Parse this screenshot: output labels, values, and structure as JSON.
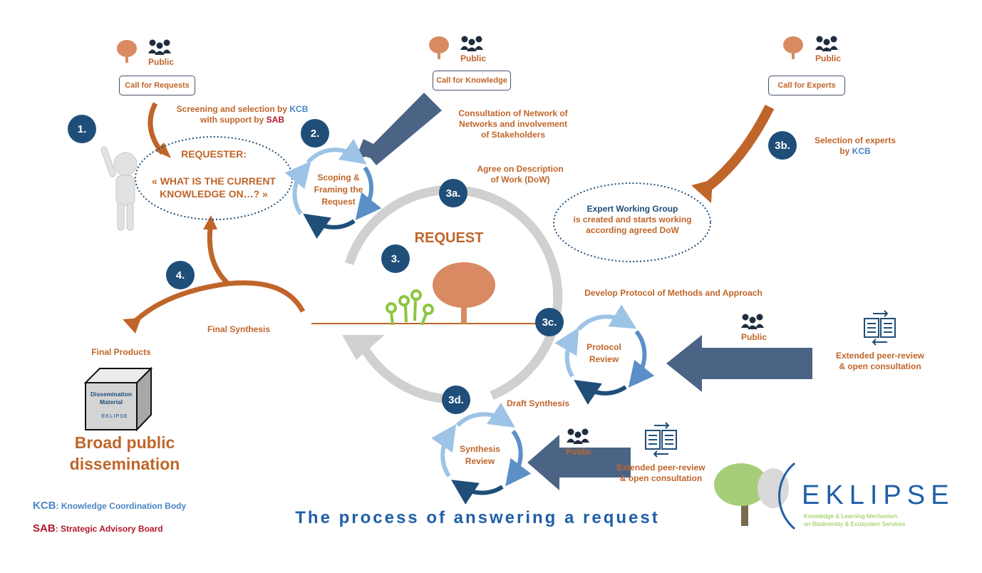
{
  "title": "The process of answering a request",
  "colors": {
    "orange": "#c0652a",
    "navy": "#1f4e79",
    "slate": "#4b6486",
    "light_blue": "#9dc3e6",
    "mid_blue": "#5b8fc7",
    "gray": "#d0d0d0",
    "kcb_blue": "#4a86c5",
    "sab_red": "#b2182b",
    "green": "#8cc63f",
    "tree": "#d98a62"
  },
  "public_label": "Public",
  "calls": {
    "requests": "Call for Requests",
    "knowledge": "Call for Knowledge",
    "experts": "Call for Experts"
  },
  "badges": {
    "b1": "1.",
    "b2": "2.",
    "b3": "3.",
    "b3a": "3a.",
    "b3b": "3b.",
    "b3c": "3c.",
    "b3d": "3d.",
    "b4": "4."
  },
  "screening": {
    "line1_prefix": "Screening and selection by ",
    "line1_kcb": "KCB",
    "line2_prefix": "with support by ",
    "line2_sab": "SAB"
  },
  "requester": {
    "title": "REQUESTER:",
    "question_line1": "« WHAT IS THE CURRENT",
    "question_line2": "KNOWLEDGE ON…? »"
  },
  "scoping": {
    "line1": "Scoping &",
    "line2": "Framing the",
    "line3": "Request"
  },
  "consultation": {
    "line1": "Consultation of Network of",
    "line2": "Networks and involvement",
    "line3": "of  Stakeholders"
  },
  "agree_dow": {
    "line1": "Agree on Description",
    "line2": "of Work (DoW)"
  },
  "selection_experts": {
    "line1": "Selection of experts",
    "line2_prefix": "by ",
    "line2_kcb": "KCB"
  },
  "expert_group": {
    "line1": "Expert Working Group",
    "line2": "is created and starts working",
    "line3": "according agreed DoW"
  },
  "request_label": "REQUEST",
  "develop_protocol": "Develop Protocol of Methods and Approach",
  "protocol_review": {
    "line1": "Protocol",
    "line2": "Review"
  },
  "synthesis_review": {
    "line1": "Synthesis",
    "line2": "Review"
  },
  "draft_synthesis": "Draft  Synthesis",
  "final_synthesis": "Final Synthesis",
  "final_products": "Final Products",
  "dissemination_box": {
    "line1": "Dissemination",
    "line2": "Material",
    "logo": "EKLIPSE"
  },
  "broad_public": {
    "line1": "Broad public",
    "line2": "dissemination"
  },
  "peer_review": {
    "line1": "Extended peer-review",
    "line2": "& open consultation"
  },
  "legend": {
    "kcb_abbr": "KCB",
    "kcb_text": ": Knowledge Coordination Body",
    "sab_abbr": "SAB",
    "sab_text": ": Strategic Advisory Board"
  },
  "logo": {
    "name": "EKLIPSE",
    "tagline1": "Knowledge & Learning Mechanism",
    "tagline2": "on Biodiversity & Ecosystem Services"
  }
}
